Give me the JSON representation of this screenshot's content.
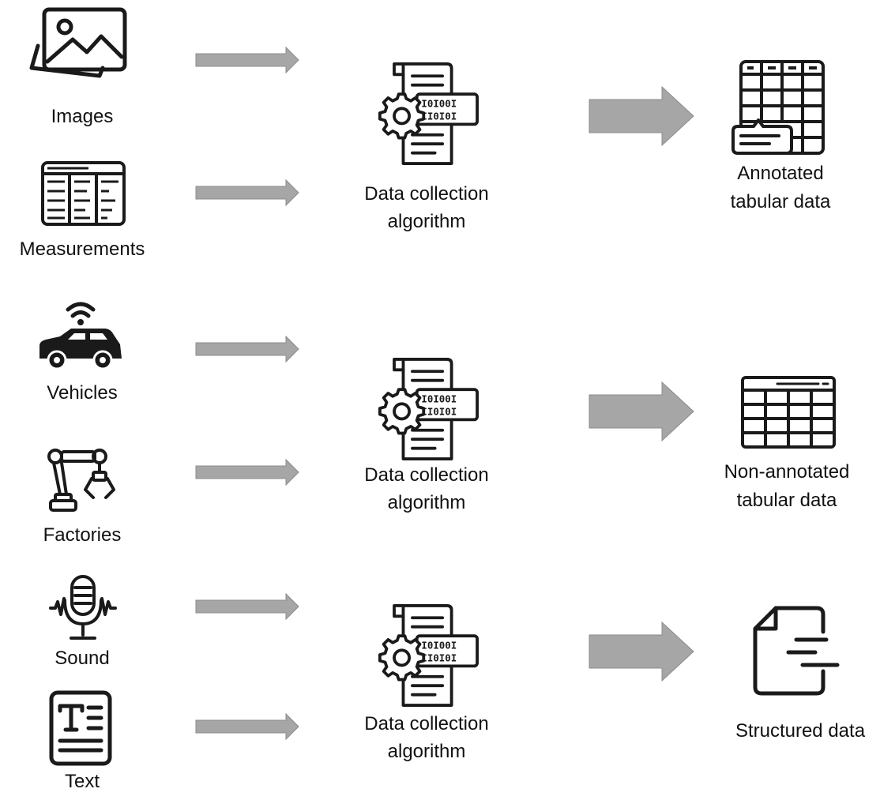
{
  "inputs": [
    {
      "label": "Images",
      "icon": "image-icon"
    },
    {
      "label": "Measurements",
      "icon": "measurement-table-icon"
    },
    {
      "label": "Vehicles",
      "icon": "connected-car-icon"
    },
    {
      "label": "Factories",
      "icon": "robot-arm-icon"
    },
    {
      "label": "Sound",
      "icon": "microphone-icon"
    },
    {
      "label": "Text",
      "icon": "text-document-icon"
    }
  ],
  "processors": [
    {
      "label_line1": "Data collection",
      "label_line2": "algorithm",
      "icon": "algorithm-document-icon"
    },
    {
      "label_line1": "Data collection",
      "label_line2": "algorithm",
      "icon": "algorithm-document-icon"
    },
    {
      "label_line1": "Data collection",
      "label_line2": "algorithm",
      "icon": "algorithm-document-icon"
    }
  ],
  "outputs": [
    {
      "label_line1": "Annotated",
      "label_line2": "tabular data",
      "icon": "annotated-table-icon"
    },
    {
      "label_line1": "Non-annotated",
      "label_line2": "tabular data",
      "icon": "table-icon"
    },
    {
      "label_line1": "Structured data",
      "label_line2": "",
      "icon": "structured-file-icon"
    }
  ],
  "colors": {
    "arrow": "#a6a6a6",
    "icon_stroke": "#1a1a1a"
  }
}
